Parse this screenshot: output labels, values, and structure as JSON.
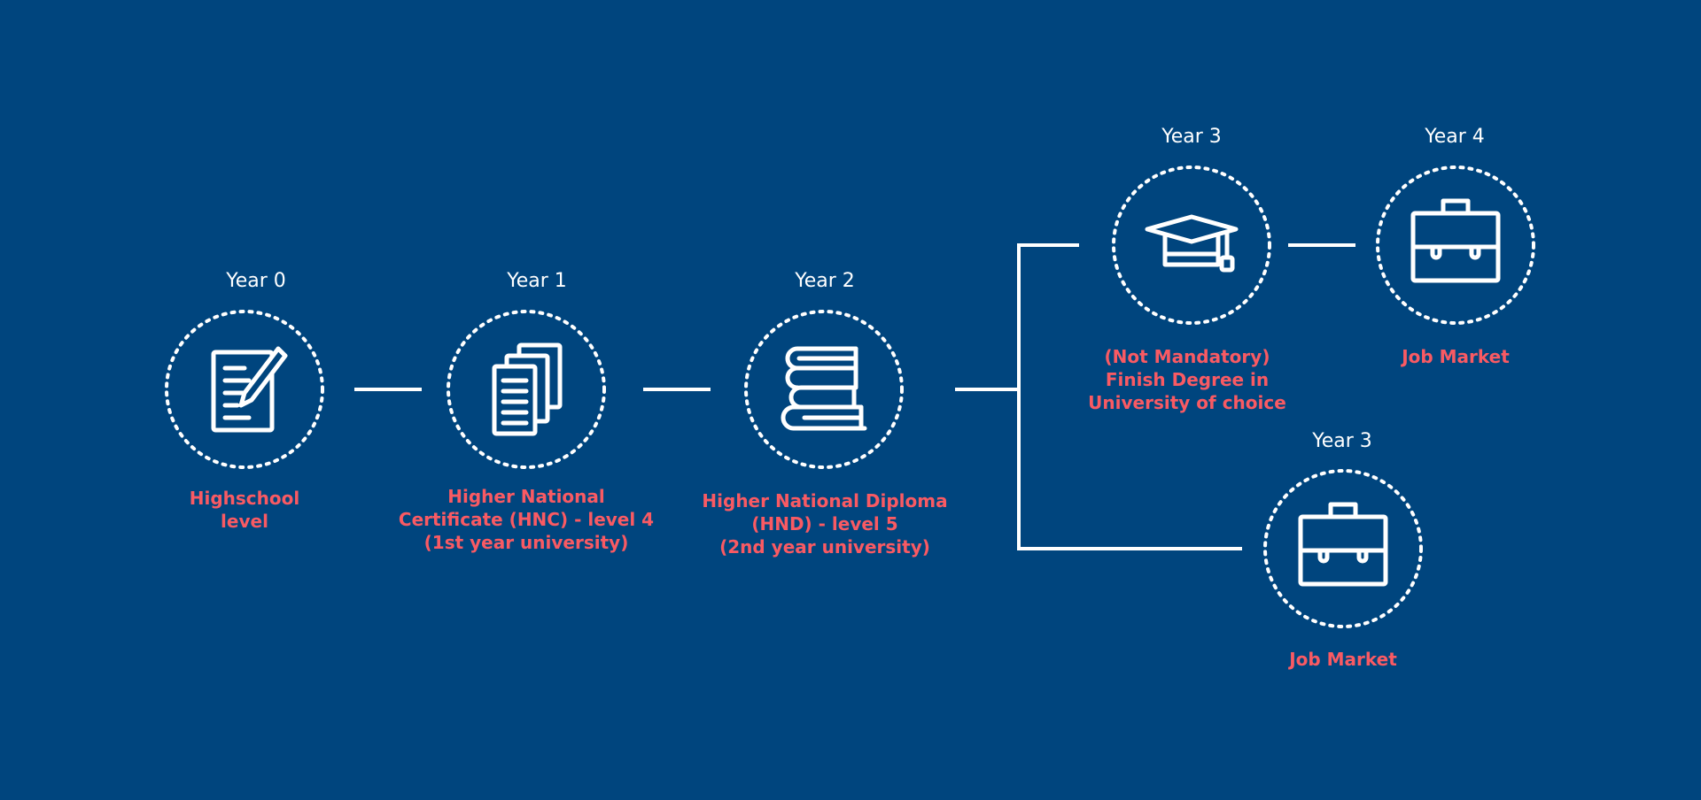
{
  "colors": {
    "background": "#00457e",
    "line": "#ffffff",
    "caption": "#f95a63",
    "year": "#ffffff"
  },
  "nodes": [
    {
      "id": "n0",
      "year": "Year 0",
      "icon": "document-pencil-icon",
      "caption": [
        "Highschool",
        "level"
      ]
    },
    {
      "id": "n1",
      "year": "Year 1",
      "icon": "documents-stack-icon",
      "caption": [
        "Higher National",
        "Certificate (HNC) - level 4",
        "(1st year university)"
      ]
    },
    {
      "id": "n2",
      "year": "Year 2",
      "icon": "books-stack-icon",
      "caption": [
        "Higher National Diploma",
        "(HND) - level 5",
        "(2nd year university)"
      ]
    },
    {
      "id": "n3",
      "year": "Year 3",
      "icon": "graduation-cap-icon",
      "caption": [
        "(Not Mandatory)",
        "Finish Degree in",
        "University of choice"
      ]
    },
    {
      "id": "n4",
      "year": "Year 4",
      "icon": "briefcase-icon",
      "caption": [
        "Job Market"
      ]
    },
    {
      "id": "n5",
      "year": "Year 3",
      "icon": "briefcase-icon",
      "caption": [
        "Job Market"
      ]
    }
  ]
}
